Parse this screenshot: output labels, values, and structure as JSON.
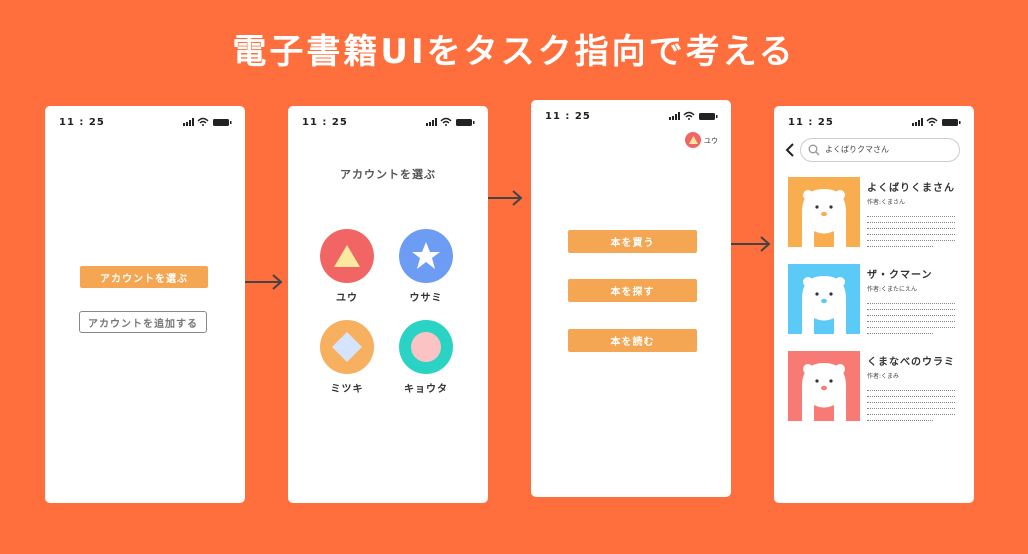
{
  "title": "電子書籍UIをタスク指向で考える",
  "status_time": "11 : 25",
  "screen1": {
    "choose_account": "アカウントを選ぶ",
    "add_account": "アカウントを追加する"
  },
  "screen2": {
    "heading": "アカウントを選ぶ",
    "accounts": [
      {
        "name": "ユウ",
        "color": "#f26565",
        "icon": "triangle-icon"
      },
      {
        "name": "ウサミ",
        "color": "#6d9cf5",
        "icon": "star-icon"
      },
      {
        "name": "ミツキ",
        "color": "#f7b060",
        "icon": "diamond-icon"
      },
      {
        "name": "キョウタ",
        "color": "#2ad3c4",
        "icon": "circle-icon"
      }
    ]
  },
  "screen3": {
    "user": "ユウ",
    "buttons": [
      "本を買う",
      "本を探す",
      "本を読む"
    ]
  },
  "screen4": {
    "search_query": "よくばりクマさん",
    "books": [
      {
        "title": "よくばりくまさん",
        "author": "作者:くまさん",
        "color": "#f8ae4e"
      },
      {
        "title": "ザ・クマーン",
        "author": "作者:くまたにえん",
        "color": "#5ccaf7"
      },
      {
        "title": "くまなべのウラミ",
        "author": "作者:くまみ",
        "color": "#f77b74"
      }
    ]
  }
}
